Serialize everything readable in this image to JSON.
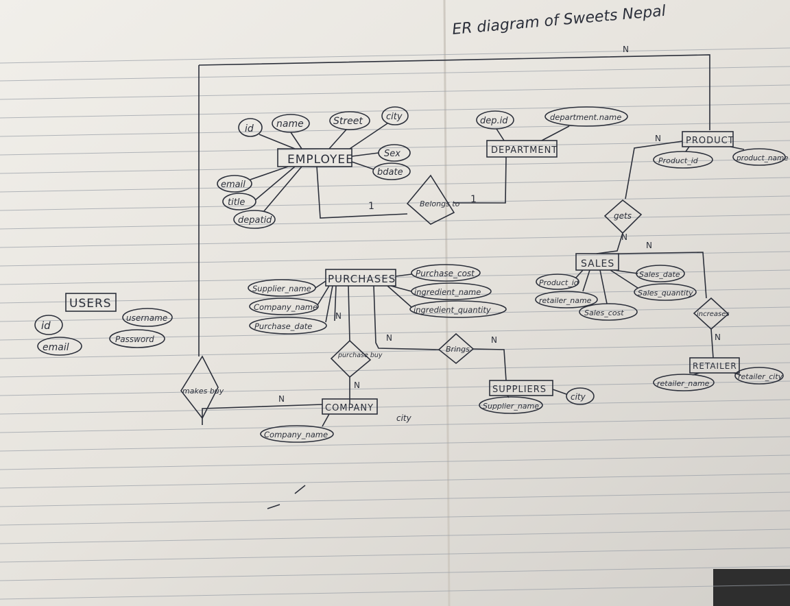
{
  "title": "ER diagram of Sweets Nepal",
  "colors": {
    "paper": "#e9e7e2",
    "ink": "#2b2f3a",
    "rule": "#9aa0a8",
    "margin": "#c9c4bc"
  },
  "entities": {
    "employee": "EMPLOYEE",
    "department": "DEPARTMENT",
    "product": "PRODUCT",
    "users": "USERS",
    "purchases": "PURCHASES",
    "sales": "SALES",
    "company": "COMPANY",
    "suppliers": "SUPPLIERS",
    "retailer": "RETAILER"
  },
  "attributes": {
    "employee": [
      "id",
      "name",
      "Street",
      "city",
      "Sex",
      "bdate",
      "email",
      "title",
      "depatid"
    ],
    "department": [
      "dep.id",
      "department.name"
    ],
    "product": [
      "Product_id",
      "product_name"
    ],
    "users": [
      "id",
      "username",
      "email",
      "Password"
    ],
    "purchases": [
      "Supplier_name",
      "Company_name",
      "Purchase_date",
      "Purchase_cost",
      "ingredient_name",
      "ingredient_quantity"
    ],
    "sales": [
      "Product_id",
      "retailer_name",
      "Sales_cost",
      "Sales_date",
      "Sales_quantity"
    ],
    "company": [
      "Company_name",
      "city"
    ],
    "suppliers": [
      "Supplier_name",
      "city"
    ],
    "retailer": [
      "retailer_name",
      "retailer_city"
    ]
  },
  "relationships": {
    "belongs_to": "Belongs to",
    "gets": "gets",
    "increases": "increases",
    "brings": "Brings",
    "purchase_buy": "purchase buy",
    "makes_buy": "makes buy"
  },
  "cardinalities": {
    "emp_belongs": "1",
    "dept_belongs": "1",
    "top_n": "N",
    "product_gets": "N",
    "gets_sales": "N",
    "sales_increases": "N",
    "increases_retailer": "N",
    "purchases_purchase": "N",
    "purchase_company": "N",
    "purchases_brings": "N",
    "brings_suppliers": "N",
    "makes_company": "N"
  }
}
